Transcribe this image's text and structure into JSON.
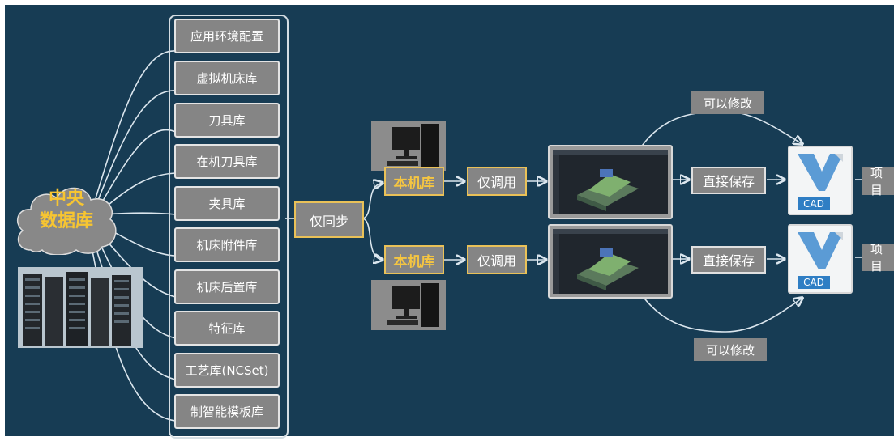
{
  "central_db": {
    "line1": "中央",
    "line2": "数据库"
  },
  "libraries": [
    "应用环境配置",
    "虚拟机床库",
    "刀具库",
    "在机刀具库",
    "夹具库",
    "机床附件库",
    "机床后置库",
    "特征库",
    "工艺库(NCSet)",
    "制智能模板库"
  ],
  "sync_label": "仅同步",
  "branches": [
    {
      "local_label": "本机库",
      "invoke_label": "仅调用",
      "save_label": "直接保存",
      "modify_label": "可以修改",
      "cad_label": "CAD",
      "project_label": "项目"
    },
    {
      "local_label": "本机库",
      "invoke_label": "仅调用",
      "save_label": "直接保存",
      "modify_label": "可以修改",
      "cad_label": "CAD",
      "project_label": "项目"
    }
  ],
  "colors": {
    "background": "#173c54",
    "box": "#858585",
    "accent": "#f4c542",
    "connector": "#dbe6ee",
    "cad_blue": "#2f7ec4"
  }
}
